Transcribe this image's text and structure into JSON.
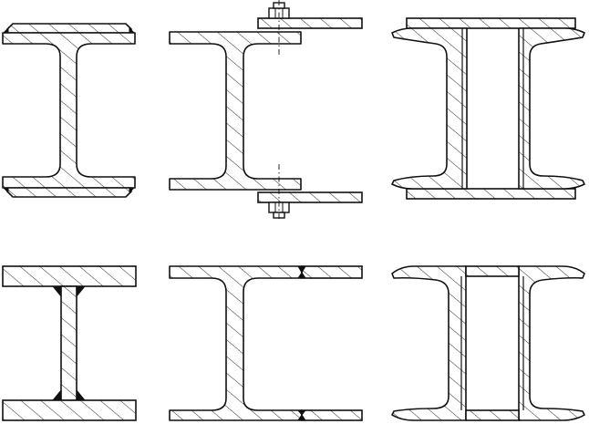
{
  "figure": {
    "description_visible_text": "",
    "panels": [
      {
        "row": 1,
        "col": 1,
        "shape": "i-beam-with-cover-plates-top-and-bottom",
        "joint": "welded",
        "hatch": true
      },
      {
        "row": 1,
        "col": 2,
        "shape": "i-beam-with-bolted-offset-plates",
        "joint": "bolted",
        "hatch": true
      },
      {
        "row": 1,
        "col": 3,
        "shape": "two-channels-with-cover-plates",
        "joint": "welded",
        "hatch": true
      },
      {
        "row": 2,
        "col": 1,
        "shape": "welded-i-section-plates",
        "joint": "fillet-welds",
        "hatch": true
      },
      {
        "row": 2,
        "col": 2,
        "shape": "i-beam-with-butt-welded-plate-extension",
        "joint": "butt-weld",
        "hatch": true
      },
      {
        "row": 2,
        "col": 3,
        "shape": "two-channels-joined-by-plates",
        "joint": "butt-weld",
        "hatch": true
      }
    ],
    "colors": {
      "line": "#111111",
      "background": "#ffffff"
    }
  }
}
